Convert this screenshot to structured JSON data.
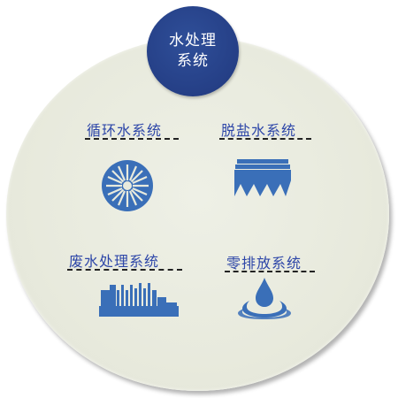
{
  "title": {
    "line1": "水处理",
    "line2": "系统"
  },
  "systems": [
    {
      "label": "循环水系统",
      "icon": "circulating-fan-icon"
    },
    {
      "label": "脱盐水系统",
      "icon": "membrane-icon"
    },
    {
      "label": "废水处理系统",
      "icon": "treatment-plant-icon"
    },
    {
      "label": "零排放系统",
      "icon": "water-drop-icon"
    }
  ],
  "colors": {
    "title_bg": "#253f86",
    "circle_bg": "#e8eadd",
    "label": "#2d46a8",
    "icon": "#3a6fb8"
  }
}
